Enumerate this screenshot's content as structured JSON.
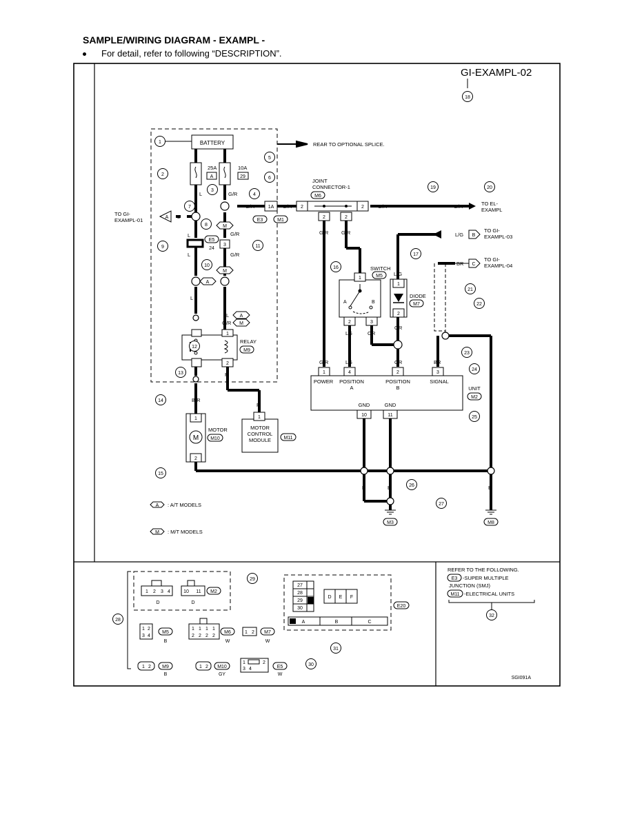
{
  "header": {
    "title": "SAMPLE/WIRING DIAGRAM - EXAMPL -",
    "bullet": "For detail, refer to following “DESCRIPTION”."
  },
  "diagram": {
    "code": "GI-EXAMPL-02",
    "figure_id": "SGI091A",
    "callouts": [
      "1",
      "2",
      "3",
      "4",
      "5",
      "6",
      "7",
      "8",
      "9",
      "10",
      "11",
      "12",
      "13",
      "14",
      "15",
      "16",
      "17",
      "18",
      "19",
      "20",
      "21",
      "22",
      "23",
      "24",
      "25",
      "26",
      "27",
      "28",
      "29",
      "30",
      "31",
      "32"
    ],
    "labels": {
      "battery": "BATTERY",
      "rear_to_splice": "REAR TO OPTIONAL SPLICE.",
      "fuse_25a": "25A",
      "fuse_10a": "10A",
      "fuse_29": "29",
      "fuse_a": "A",
      "joint_connector": "JOINT",
      "joint_connector2": "CONNECTOR-1",
      "to_gi_01a": "TO GI-",
      "to_gi_01b": "EXAMPL-01",
      "to_el_a": "TO EL-",
      "to_el_b": "EXAMPL",
      "to_gi_03a": "TO GI-",
      "to_gi_03b": "EXAMPL-03",
      "to_gi_04a": "TO GI-",
      "to_gi_04b": "EXAMPL-04",
      "switch": "SWITCH",
      "diode": "DIODE",
      "relay": "RELAY",
      "motor": "MOTOR",
      "mcm1": "MOTOR",
      "mcm2": "CONTROL",
      "mcm3": "MODULE",
      "unit": "UNIT",
      "power": "POWER",
      "position_a1": "POSITION",
      "position_a2": "A",
      "position_b1": "POSITION",
      "position_b2": "B",
      "signal": "SIGNAL",
      "gnd": "GND",
      "legend_at": ": A/T MODELS",
      "legend_mt": ": M/T MODELS",
      "refer1": "REFER TO THE FOLLOWING.",
      "refer_smj1": "-SUPER MULTIPLE",
      "refer_smj2": "JUNCTION (SMJ)",
      "refer_eu": "-ELECTRICAL UNITS",
      "sw_a": "A",
      "sw_b": "B"
    },
    "wires": {
      "l": "L",
      "gr": "G/R",
      "lg": "LG",
      "lg2": "L/G",
      "or": "OR",
      "br": "BR",
      "r": "R",
      "b": "B",
      "br2": "B/R"
    },
    "connectors": {
      "m1": "M1",
      "e3": "E3",
      "m6": "M6",
      "m5": "M5",
      "m7": "M7",
      "m9": "M9",
      "m10": "M10",
      "m11": "M11",
      "m2": "M2",
      "m3": "M3",
      "m8": "M8",
      "e5": "E5",
      "e20": "E20",
      "e3b": "E3",
      "m11b": "M11",
      "c_1a": "1A",
      "c_e5": "E5",
      "c_24": "24"
    },
    "colors": {
      "m5": "B",
      "m6": "W",
      "m7": "W",
      "m9": "B",
      "m10": "GY",
      "e5": "W",
      "m2a": "D",
      "m2b": "D"
    },
    "pins": {
      "p1": "1",
      "p2": "2",
      "p3": "3",
      "p4": "4",
      "p10": "10",
      "p11": "11"
    },
    "smj": {
      "rows": [
        "27",
        "28",
        "29",
        "30"
      ],
      "def": [
        "D",
        "E",
        "F"
      ],
      "abc": [
        "A",
        "B",
        "C"
      ]
    },
    "options": {
      "a": "A",
      "m": "M",
      "b": "B",
      "c": "C"
    }
  }
}
